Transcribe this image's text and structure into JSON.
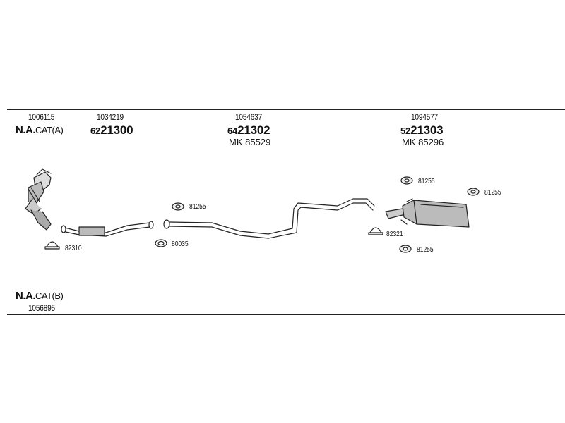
{
  "row_a": {
    "variant_prefix": "N.A.",
    "variant_suffix": "CAT(A)",
    "variant_code": "1006115",
    "groups": [
      {
        "code": "1034219",
        "prefix": "62",
        "part": "21300",
        "mk": ""
      },
      {
        "code": "1054637",
        "prefix": "64",
        "part": "21302",
        "mk": "MK  85529"
      },
      {
        "code": "1094577",
        "prefix": "52",
        "part": "21303",
        "mk": "MK  85296"
      }
    ]
  },
  "row_b": {
    "variant_prefix": "N.A.",
    "variant_suffix": "CAT(B)",
    "variant_code": "1056895"
  },
  "accessories": {
    "clamp_front": "82310",
    "gasket_mid": "81255",
    "ring_mid": "80035",
    "rubber_top": "81255",
    "rubber_right": "81255",
    "clamp_rear": "82321",
    "rubber_bottom": "81255"
  }
}
